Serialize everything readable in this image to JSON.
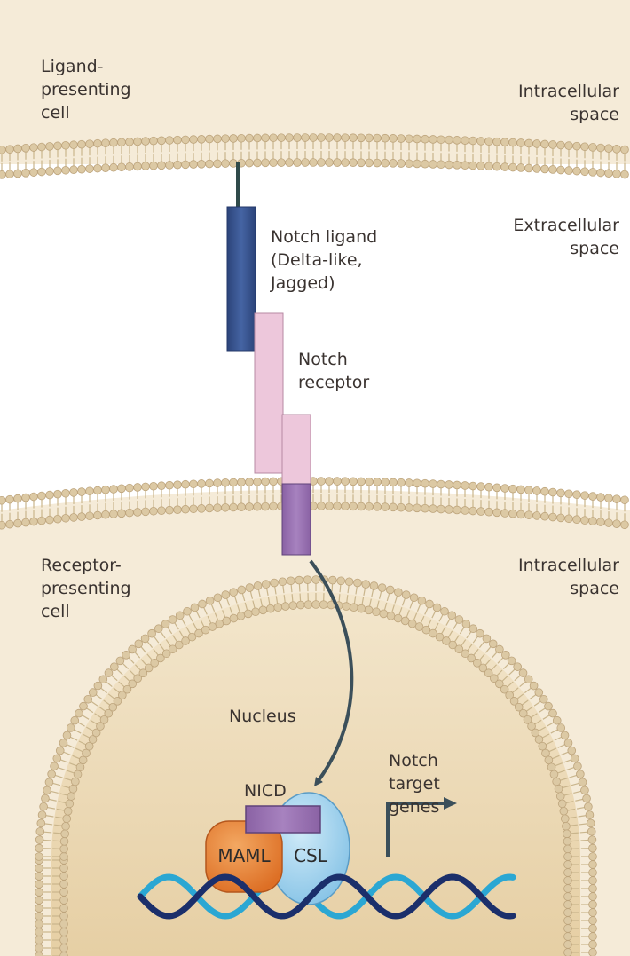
{
  "labels": {
    "ligand_cell": [
      "Ligand-",
      "presenting",
      "cell"
    ],
    "intracellular_top": [
      "Intracellular",
      "space"
    ],
    "extracellular": [
      "Extracellular",
      "space"
    ],
    "notch_ligand": [
      "Notch ligand",
      "(Delta-like,",
      "Jagged)"
    ],
    "notch_receptor": [
      "Notch",
      "receptor"
    ],
    "receptor_cell": [
      "Receptor-",
      "presenting",
      "cell"
    ],
    "intracellular_bottom": [
      "Intracellular",
      "space"
    ],
    "nucleus": "Nucleus",
    "nicd": "NICD",
    "target_genes": [
      "Notch",
      "target",
      "genes"
    ],
    "maml": "MAML",
    "csl": "CSL"
  },
  "colors": {
    "cytoplasm": "#f5ebd8",
    "nucleus_fill": "#ecd9b4",
    "membrane_head": "#dcc9a4",
    "ligand": "#3c5891",
    "receptor": "#edc7db",
    "nicd": "#9b74b3",
    "maml": "#e8853a",
    "csl": "#a9d6ef",
    "dna_dark": "#1b2f6b",
    "dna_light": "#2ba7d3",
    "arrow": "#3b4f5a"
  }
}
